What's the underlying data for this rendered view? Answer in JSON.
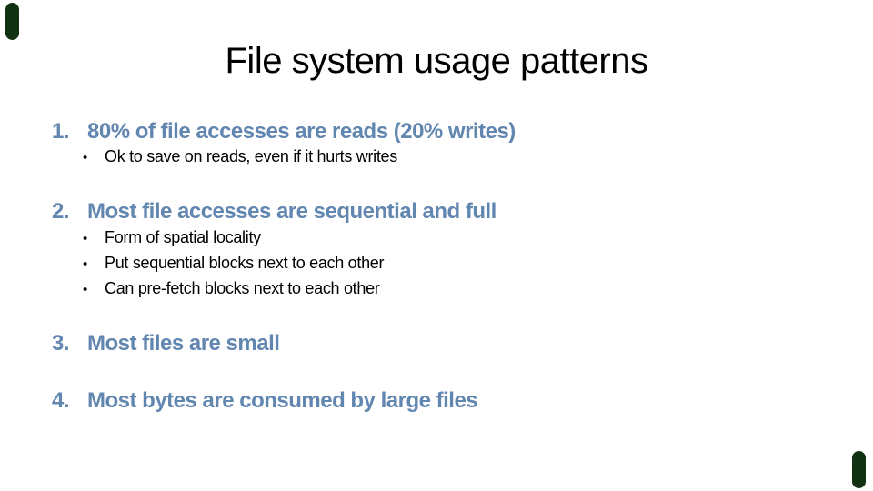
{
  "slide": {
    "title": "File system usage patterns",
    "bullet_glyph": "•",
    "items": [
      {
        "number": "1.",
        "label": "80% of file accesses are reads (20% writes)",
        "subs": [
          "Ok to save on reads, even if it hurts writes"
        ]
      },
      {
        "number": "2.",
        "label": "Most file accesses are sequential and full",
        "subs": [
          "Form of spatial locality",
          "Put sequential blocks next to each other",
          "Can pre-fetch blocks next to each other"
        ]
      },
      {
        "number": "3.",
        "label": "Most files are small",
        "subs": []
      },
      {
        "number": "4.",
        "label": "Most bytes are consumed by large files",
        "subs": []
      }
    ],
    "colors": {
      "accent_blue": "#6186b0",
      "body_text": "#000000",
      "corner_mark_green": "#123012",
      "background": "#ffffff"
    }
  }
}
